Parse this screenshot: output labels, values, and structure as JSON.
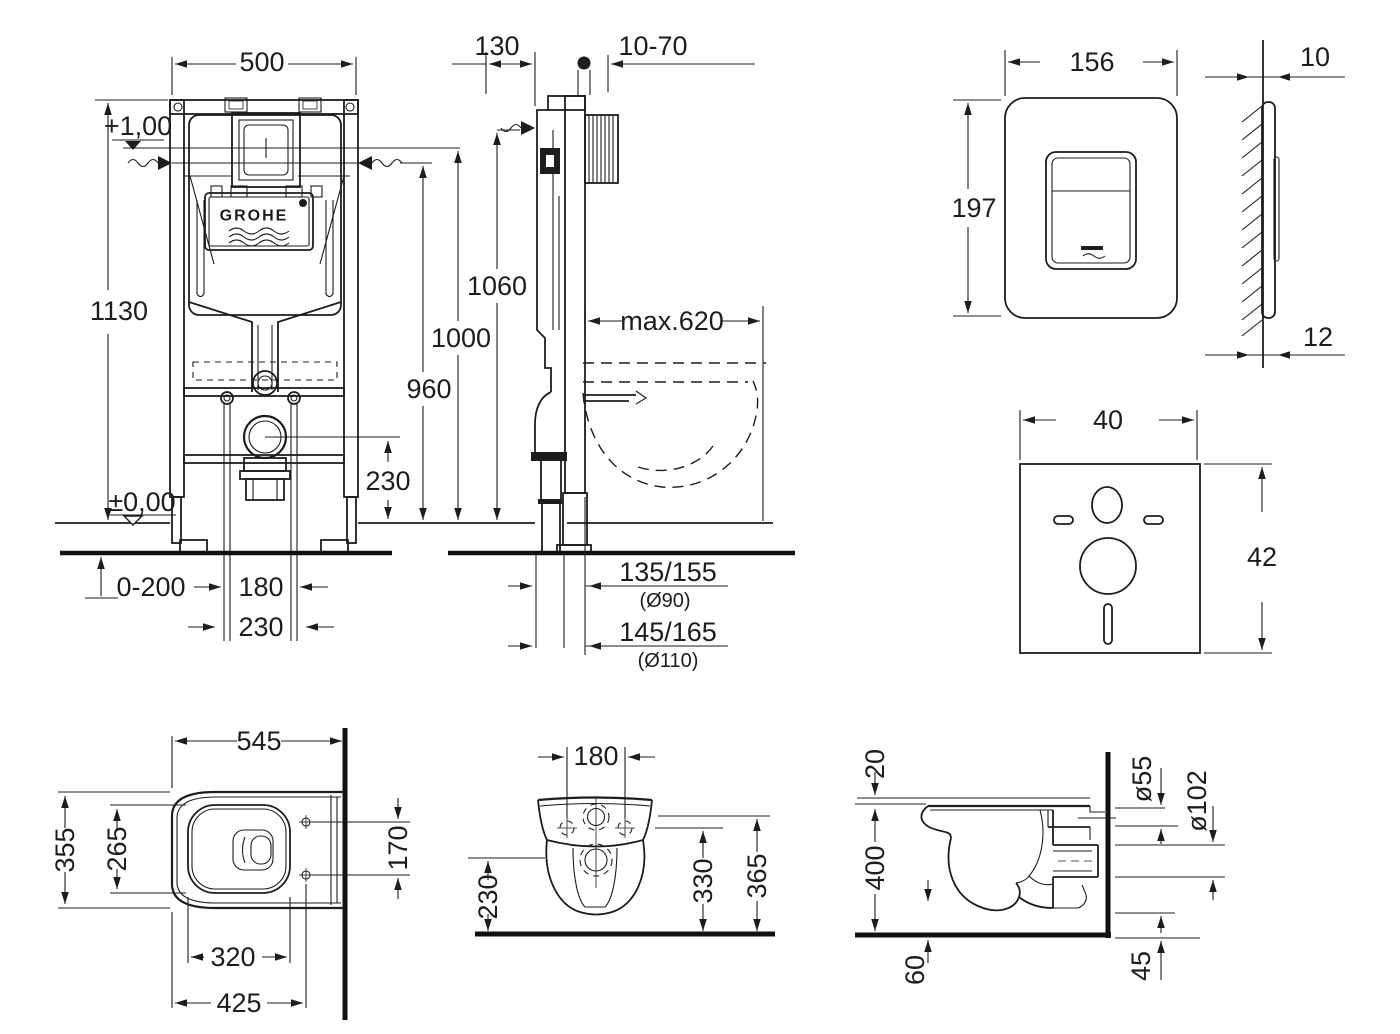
{
  "colors": {
    "ink": "#1d1d1d",
    "background": "#ffffff"
  },
  "brand": {
    "name": "GROHE"
  },
  "views": {
    "frame_front": {
      "width": "500",
      "height": "1130",
      "level_top": "+1,00",
      "level_zero": "±0,00",
      "foot_range": "0-200",
      "outlet_spacing_inner": "180",
      "outlet_spacing_outer": "230",
      "outlet_height": "230",
      "supply_height": "960",
      "actuation_height": "1000",
      "bracket_height": "1060"
    },
    "frame_side": {
      "depth": "130",
      "wall_offset": "10-70",
      "max_depth": "max.620",
      "drain_90": "135/155",
      "drain_90_dia": "(Ø90)",
      "drain_110": "145/165",
      "drain_110_dia": "(Ø110)"
    },
    "flush_plate": {
      "width": "156",
      "height": "197",
      "thickness_top": "10",
      "thickness_bottom": "12"
    },
    "gasket": {
      "width": "40",
      "height": "42"
    },
    "bowl_top": {
      "length": "545",
      "width": "355",
      "inner_width": "265",
      "inner_length": "320",
      "mount_length": "425",
      "hole_spacing": "170"
    },
    "bowl_rear": {
      "hole_spacing": "180",
      "h_230": "230",
      "h_330": "330",
      "h_365": "365"
    },
    "bowl_side": {
      "seat_offset": "20",
      "rim_height": "400",
      "clearance": "60",
      "floor_gap": "45",
      "flush_dia": "ø55",
      "drain_dia": "ø102"
    }
  }
}
